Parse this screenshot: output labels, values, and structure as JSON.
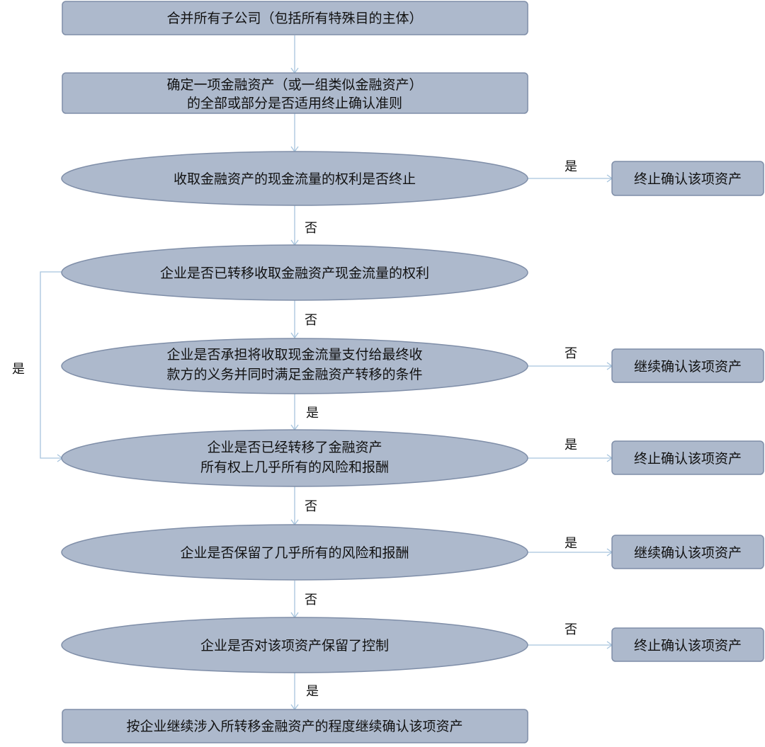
{
  "nodes": {
    "n1": "合并所有子公司（包括所有特殊目的主体）",
    "n2_line1": "确定一项金融资产（或一组类似金融资产）",
    "n2_line2": "的全部或部分是否适用终止确认准则",
    "d1": "收取金融资产的现金流量的权利是否终止",
    "d2": "企业是否已转移收取金融资产现金流量的权利",
    "d3_line1": "企业是否承担将收取现金流量支付给最终收",
    "d3_line2": "款方的义务并同时满足金融资产转移的条件",
    "d4_line1": "企业是否已经转移了金融资产",
    "d4_line2": "所有权上几乎所有的风险和报酬",
    "d5": "企业是否保留了几乎所有的风险和报酬",
    "d6": "企业是否对该项资产保留了控制",
    "final": "按企业继续涉入所转移金融资产的程度继续确认该项资产",
    "r1": "终止确认该项资产",
    "r2": "继续确认该项资产",
    "r3": "终止确认该项资产",
    "r4": "继续确认该项资产",
    "r5": "终止确认该项资产"
  },
  "edges": {
    "d1_right": "是",
    "d1_down": "否",
    "d2_left": "是",
    "d2_down": "否",
    "d3_right": "否",
    "d3_down": "是",
    "d4_right": "是",
    "d4_down": "否",
    "d5_right": "是",
    "d5_down": "否",
    "d6_right": "否",
    "d6_down": "是"
  }
}
